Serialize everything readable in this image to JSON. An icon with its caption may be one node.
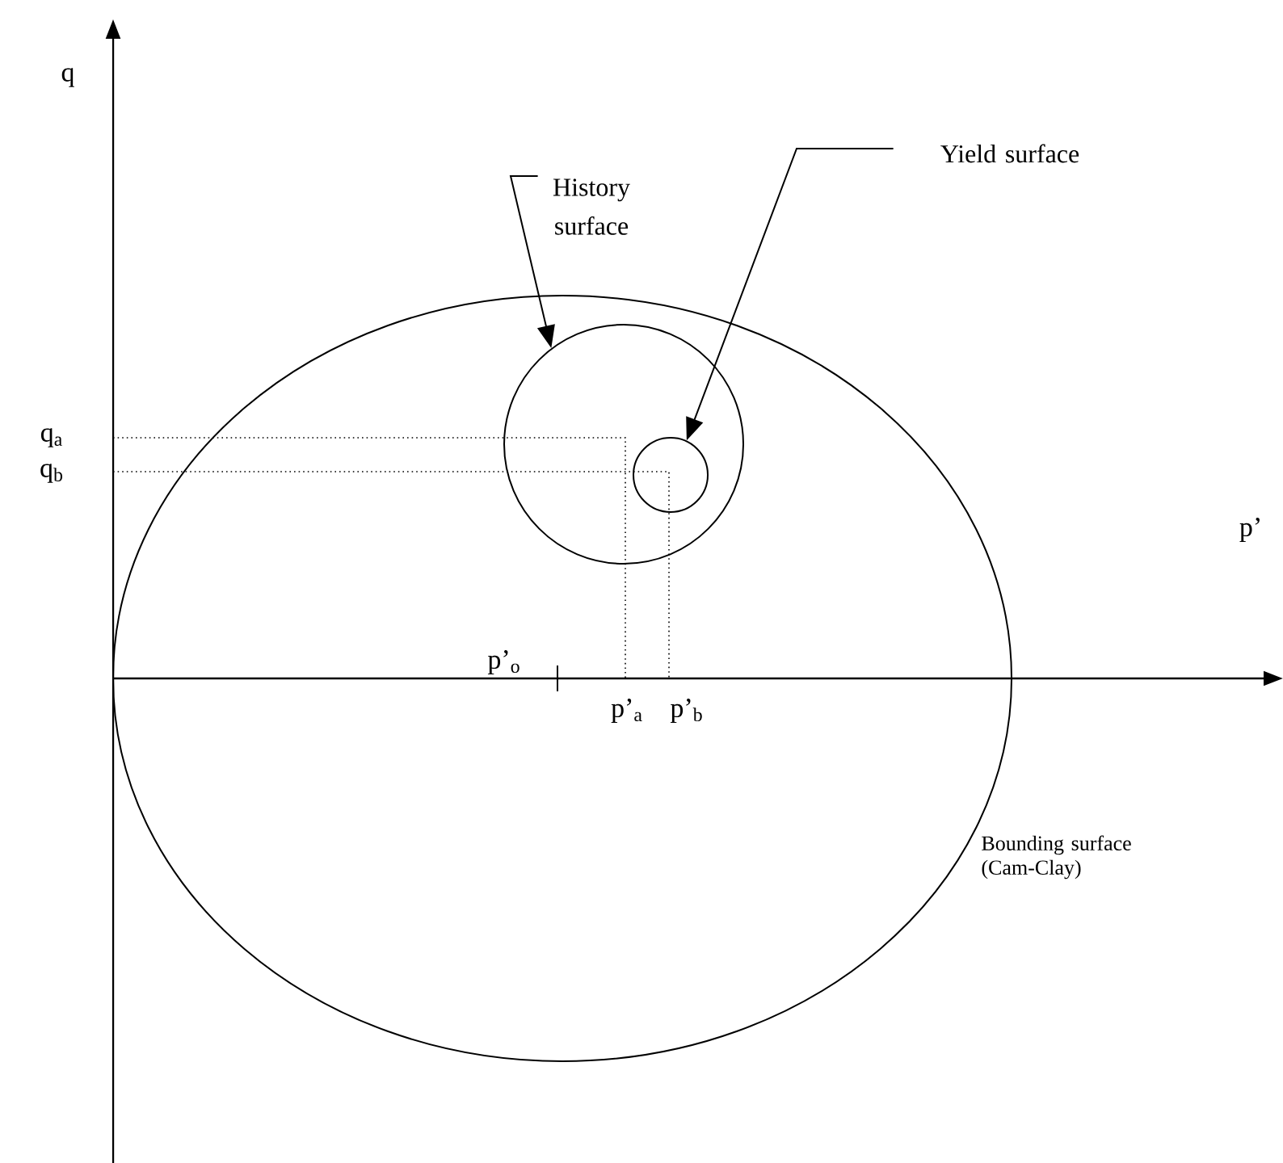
{
  "diagram": {
    "nodes": [
      {
        "text": [],
        "shape": "ellipse",
        "beside": [
          "Bounding surface (Cam-Clay)"
        ]
      },
      {
        "text": [],
        "shape": "circle",
        "in": 0
      },
      {
        "text": [],
        "shape": "circle",
        "in": 1
      },
      {
        "text": [
          "History surface"
        ]
      },
      {
        "text": [
          "Yield surface"
        ]
      }
    ],
    "edges": [
      {
        "from": 3,
        "to": 1,
        "arrow": "to"
      },
      {
        "from": 4,
        "to": 2,
        "arrow": "to"
      }
    ],
    "labels": [
      "q",
      "q$_{a}$",
      "q$_{b}$",
      "p’",
      "p’$_{o}$",
      "p’$_{a}$",
      "p’$_{b}$"
    ]
  }
}
